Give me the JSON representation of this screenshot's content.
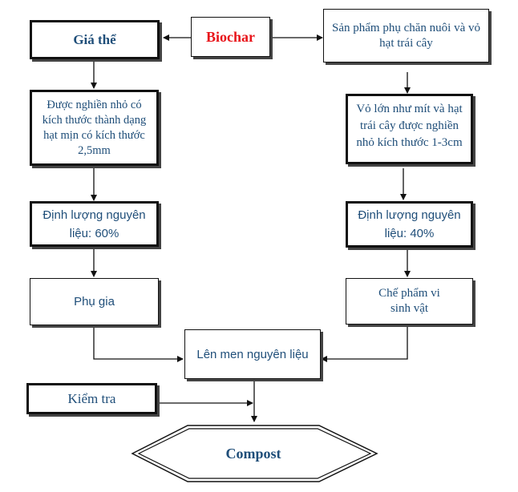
{
  "nodes": {
    "biochar": "Biochar",
    "gia_the": "Giá thể",
    "san_pham": "Sản phẩm phụ chăn nuôi và vỏ hạt trái cây",
    "nghien_left": "Được nghiền nhỏ có kích thước thành dạng hạt mịn có kích thước 2,5mm",
    "vo_lon": "Vỏ lớn như mít và hạt trái cây được nghiền nhỏ kích thước 1-3cm",
    "dinh_luong_left": "Định lượng nguyên liệu: 60%",
    "dinh_luong_right": "Định lượng nguyên liệu: 40%",
    "phu_gia": "Phụ gia",
    "che_pham": "Chế phẩm vi sinh vật",
    "len_men": "Lên men nguyên liệu",
    "kiem_tra": "Kiểm tra",
    "compost": "Compost"
  }
}
